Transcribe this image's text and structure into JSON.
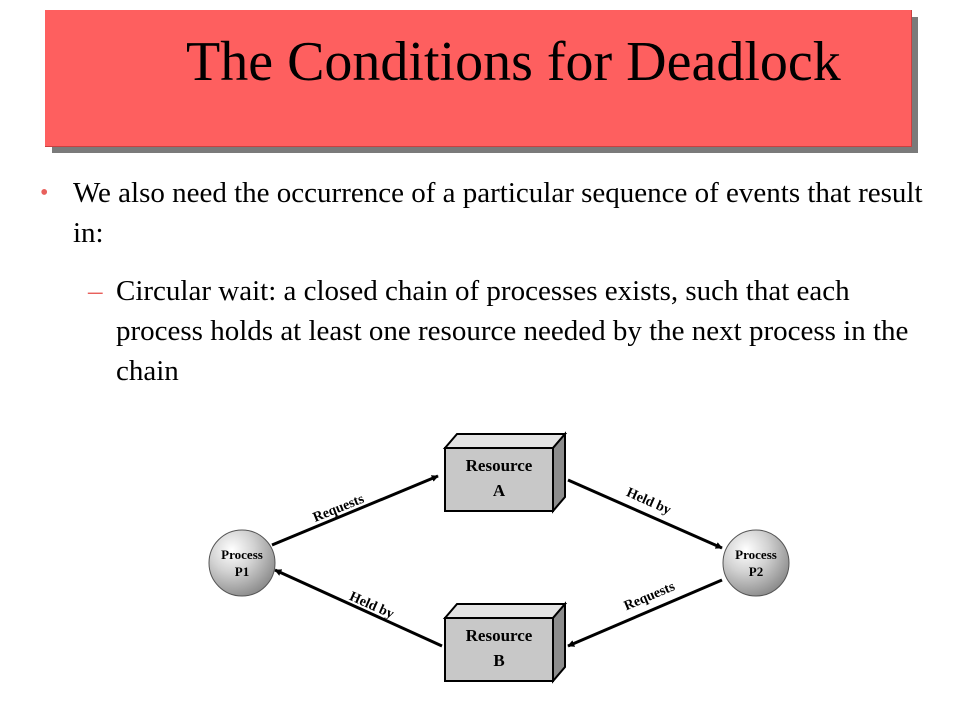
{
  "slide": {
    "title": "The Conditions for Deadlock",
    "bullet": {
      "marker": "•",
      "text": "We also need the occurrence of a particular sequence of events that result in:"
    },
    "sub_bullet": {
      "marker": "–",
      "text": "Circular wait: a closed chain of processes exists, such that each process holds at least one resource needed by the next process in the chain"
    }
  },
  "diagram": {
    "resource_a": {
      "line1": "Resource",
      "line2": "A"
    },
    "resource_b": {
      "line1": "Resource",
      "line2": "B"
    },
    "process_p1": {
      "line1": "Process",
      "line2": "P1"
    },
    "process_p2": {
      "line1": "Process",
      "line2": "P2"
    },
    "edges": {
      "p1_to_a": "Requests",
      "a_to_p2": "Held by",
      "p2_to_b": "Requests",
      "b_to_p1": "Held by"
    }
  },
  "colors": {
    "title_bar": "#fe5f5f",
    "bullet_marker": "#e8605c",
    "resource_box": "#c8c8c8"
  }
}
